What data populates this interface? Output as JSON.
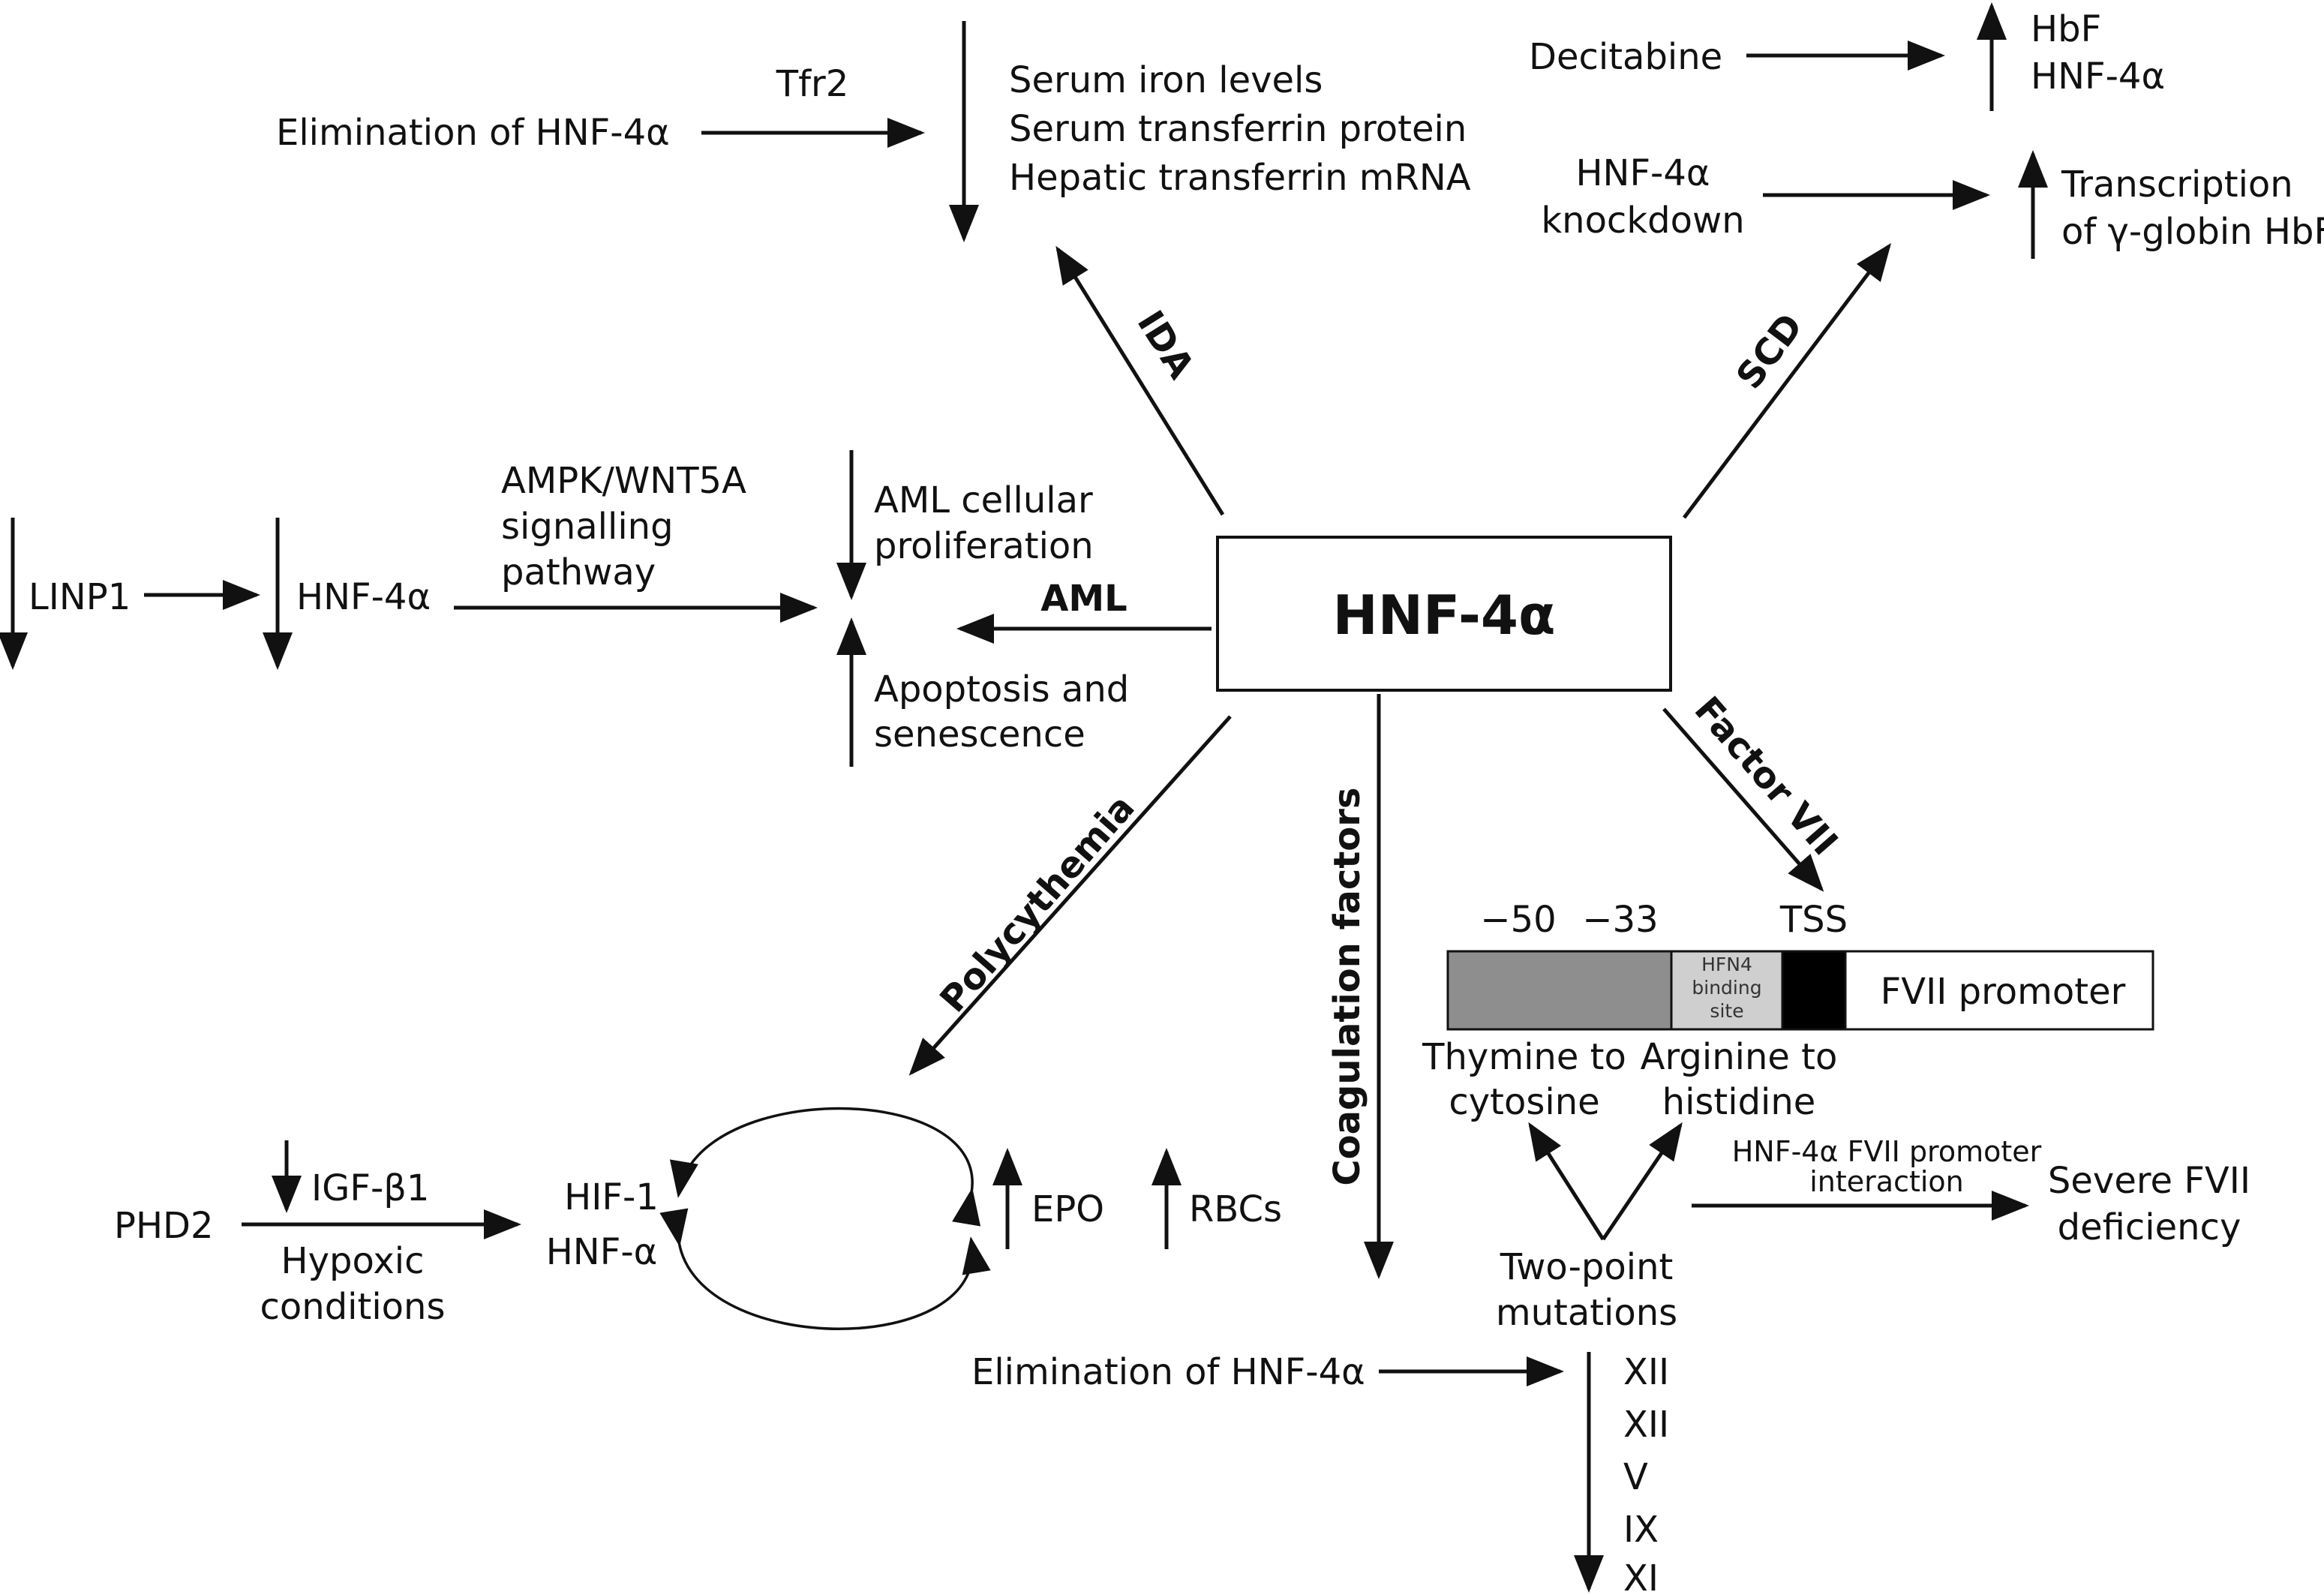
{
  "center": {
    "label": "HNF-4α"
  },
  "branches": {
    "ida": "IDA",
    "scd": "SCD",
    "aml": "AML",
    "polycythemia": "Polycythemia",
    "coagulation": "Coagulation factors",
    "factor7": "Factor VII"
  },
  "ida": {
    "source": "Elimination of HNF-4α",
    "via": "Tfr2",
    "effects": [
      "Serum iron levels",
      "Serum transferrin protein",
      "Hepatic transferrin mRNA"
    ]
  },
  "scd": {
    "drug": "Decitabine",
    "drug_effects": [
      "HbF",
      "HNF-4α"
    ],
    "knockdown": [
      "HNF-4α",
      "knockdown"
    ],
    "transcription": [
      "Transcription",
      "of γ-globin HbF"
    ]
  },
  "aml": {
    "linp1": "LINP1",
    "hnf": "HNF-4α",
    "pathway": [
      "AMPK/WNT5A",
      "signalling",
      "pathway"
    ],
    "proliferation": [
      "AML cellular",
      "proliferation"
    ],
    "apoptosis": [
      "Apoptosis and",
      "senescence"
    ]
  },
  "polycythemia": {
    "phd2": "PHD2",
    "igf": "IGF-β1",
    "hypoxic": [
      "Hypoxic",
      "conditions"
    ],
    "hif": [
      "HIF-1",
      "HNF-α"
    ],
    "epo": "EPO",
    "rbcs": "RBCs"
  },
  "factor7": {
    "positions": [
      "−50",
      "−33",
      "TSS"
    ],
    "binding_site": [
      "HFN4",
      "binding",
      "site"
    ],
    "promoter": "FVII promoter",
    "mut1": [
      "Thymine to",
      "cytosine"
    ],
    "mut2": [
      "Arginine to",
      "histidine"
    ],
    "mutations": [
      "Two-point",
      "mutations"
    ],
    "interaction": [
      "HNF-4α FVII promoter",
      "interaction"
    ],
    "deficiency": [
      "Severe FVII",
      "deficiency"
    ]
  },
  "coagulation": {
    "source": "Elimination of HNF-4α",
    "factors": [
      "XII",
      "XII",
      "V",
      "IX",
      "XI"
    ]
  }
}
